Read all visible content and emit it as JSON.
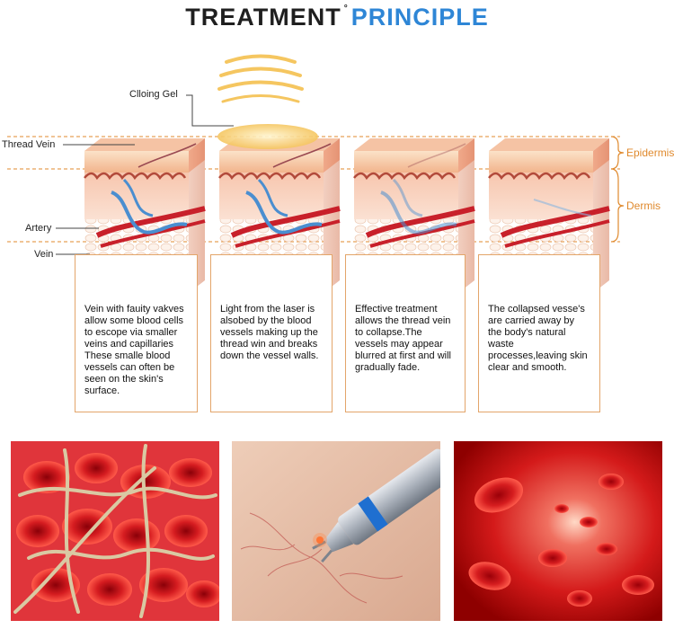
{
  "title": {
    "part1": "TREATMENT",
    "part2": "PRINCIPLE"
  },
  "labels": {
    "cooling_gel": "Clloing Gel",
    "thread_vein": "Thread Vein",
    "artery": "Artery",
    "vein": "Vein",
    "epidermis": "Epidermis",
    "dermis": "Dermis"
  },
  "steps": [
    {
      "text": "Vein with fauity vakves allow some blood cells to escope via smaller veins and capillaries These smalle blood vessels can often be seen on the skin's surface."
    },
    {
      "text": "Light from the laser is alsobed by the blood vessels making up the thread win and breaks down the vessel walls."
    },
    {
      "text": "Effective treatment allows the thread vein to collapse.The vessels may appear blurred at first and will gradually fade."
    },
    {
      "text": "The collapsed vesse's are carried away by the body's natural waste processes,leaving skin clear and smooth."
    }
  ],
  "colors": {
    "title_dark": "#1f1f1f",
    "title_blue": "#2e86d6",
    "guide_orange": "#e08a2e",
    "artery_red": "#c8202a",
    "vein_blue": "#4a8ed0",
    "blood_red": "#d01818"
  }
}
